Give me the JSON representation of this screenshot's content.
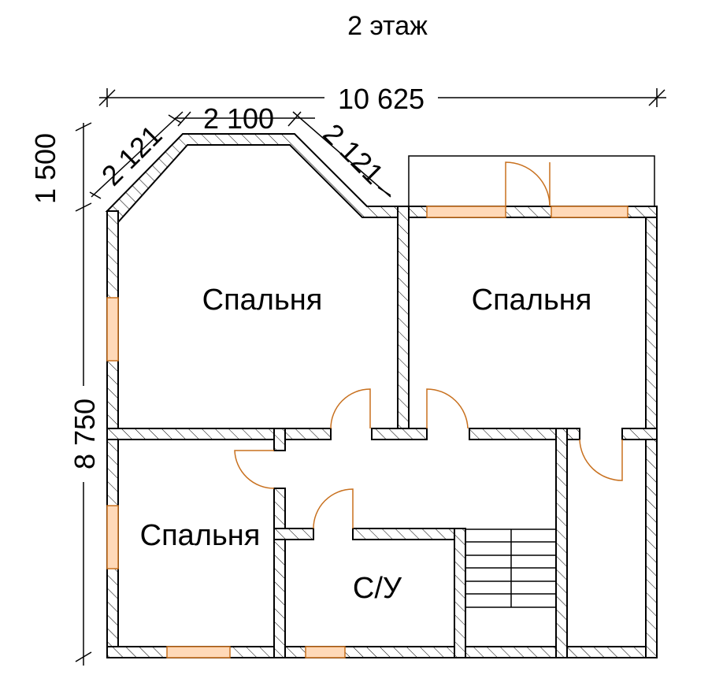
{
  "title": "2 этаж",
  "rooms": {
    "bedroom_1": "Спальня",
    "bedroom_2": "Спальня",
    "bedroom_3": "Спальня",
    "bathroom": "С/У"
  },
  "dimensions": {
    "total_width": "10 625",
    "bay_front": "2 100",
    "bay_side_left": "2 121",
    "bay_side_right": "2 121",
    "bay_depth": "1 500",
    "total_depth": "8 750"
  },
  "colors": {
    "walls": "#000000",
    "windows_fill": "#ffd9b8",
    "doors": "#c8701e"
  }
}
